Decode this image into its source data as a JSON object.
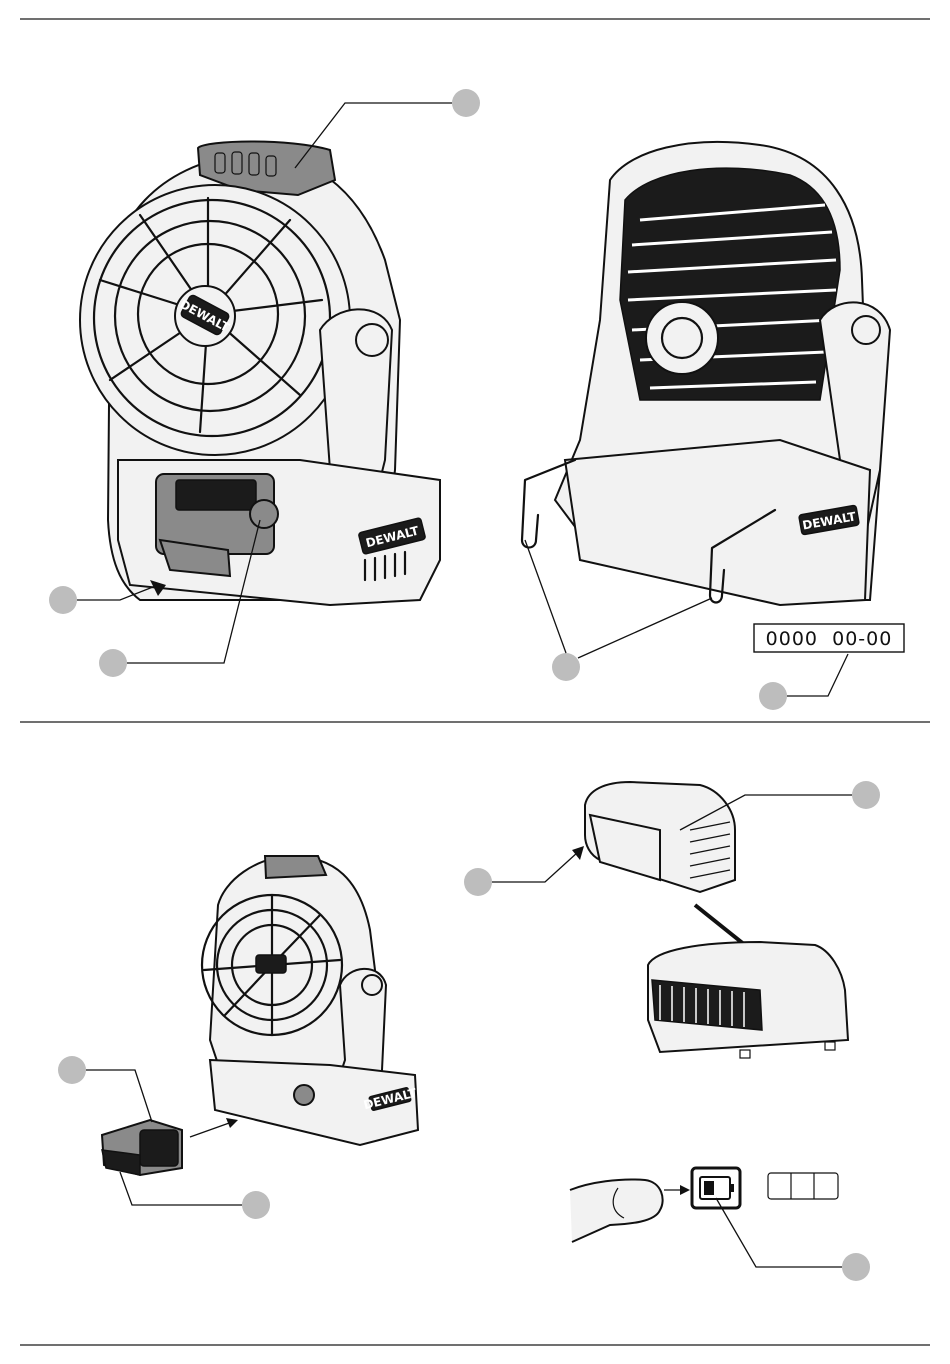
{
  "brand": {
    "logo_text": "DEWALT"
  },
  "date_code": {
    "text": "0000  00-00"
  },
  "colors": {
    "callout": "#bdbdbd",
    "ink": "#111111",
    "rule": "#1a1a1a"
  },
  "figures": [
    {
      "name": "fan-front-view"
    },
    {
      "name": "fan-rear-view-with-hooks"
    },
    {
      "name": "fan-battery-insertion"
    },
    {
      "name": "battery-charger"
    },
    {
      "name": "fuel-gauge"
    }
  ]
}
